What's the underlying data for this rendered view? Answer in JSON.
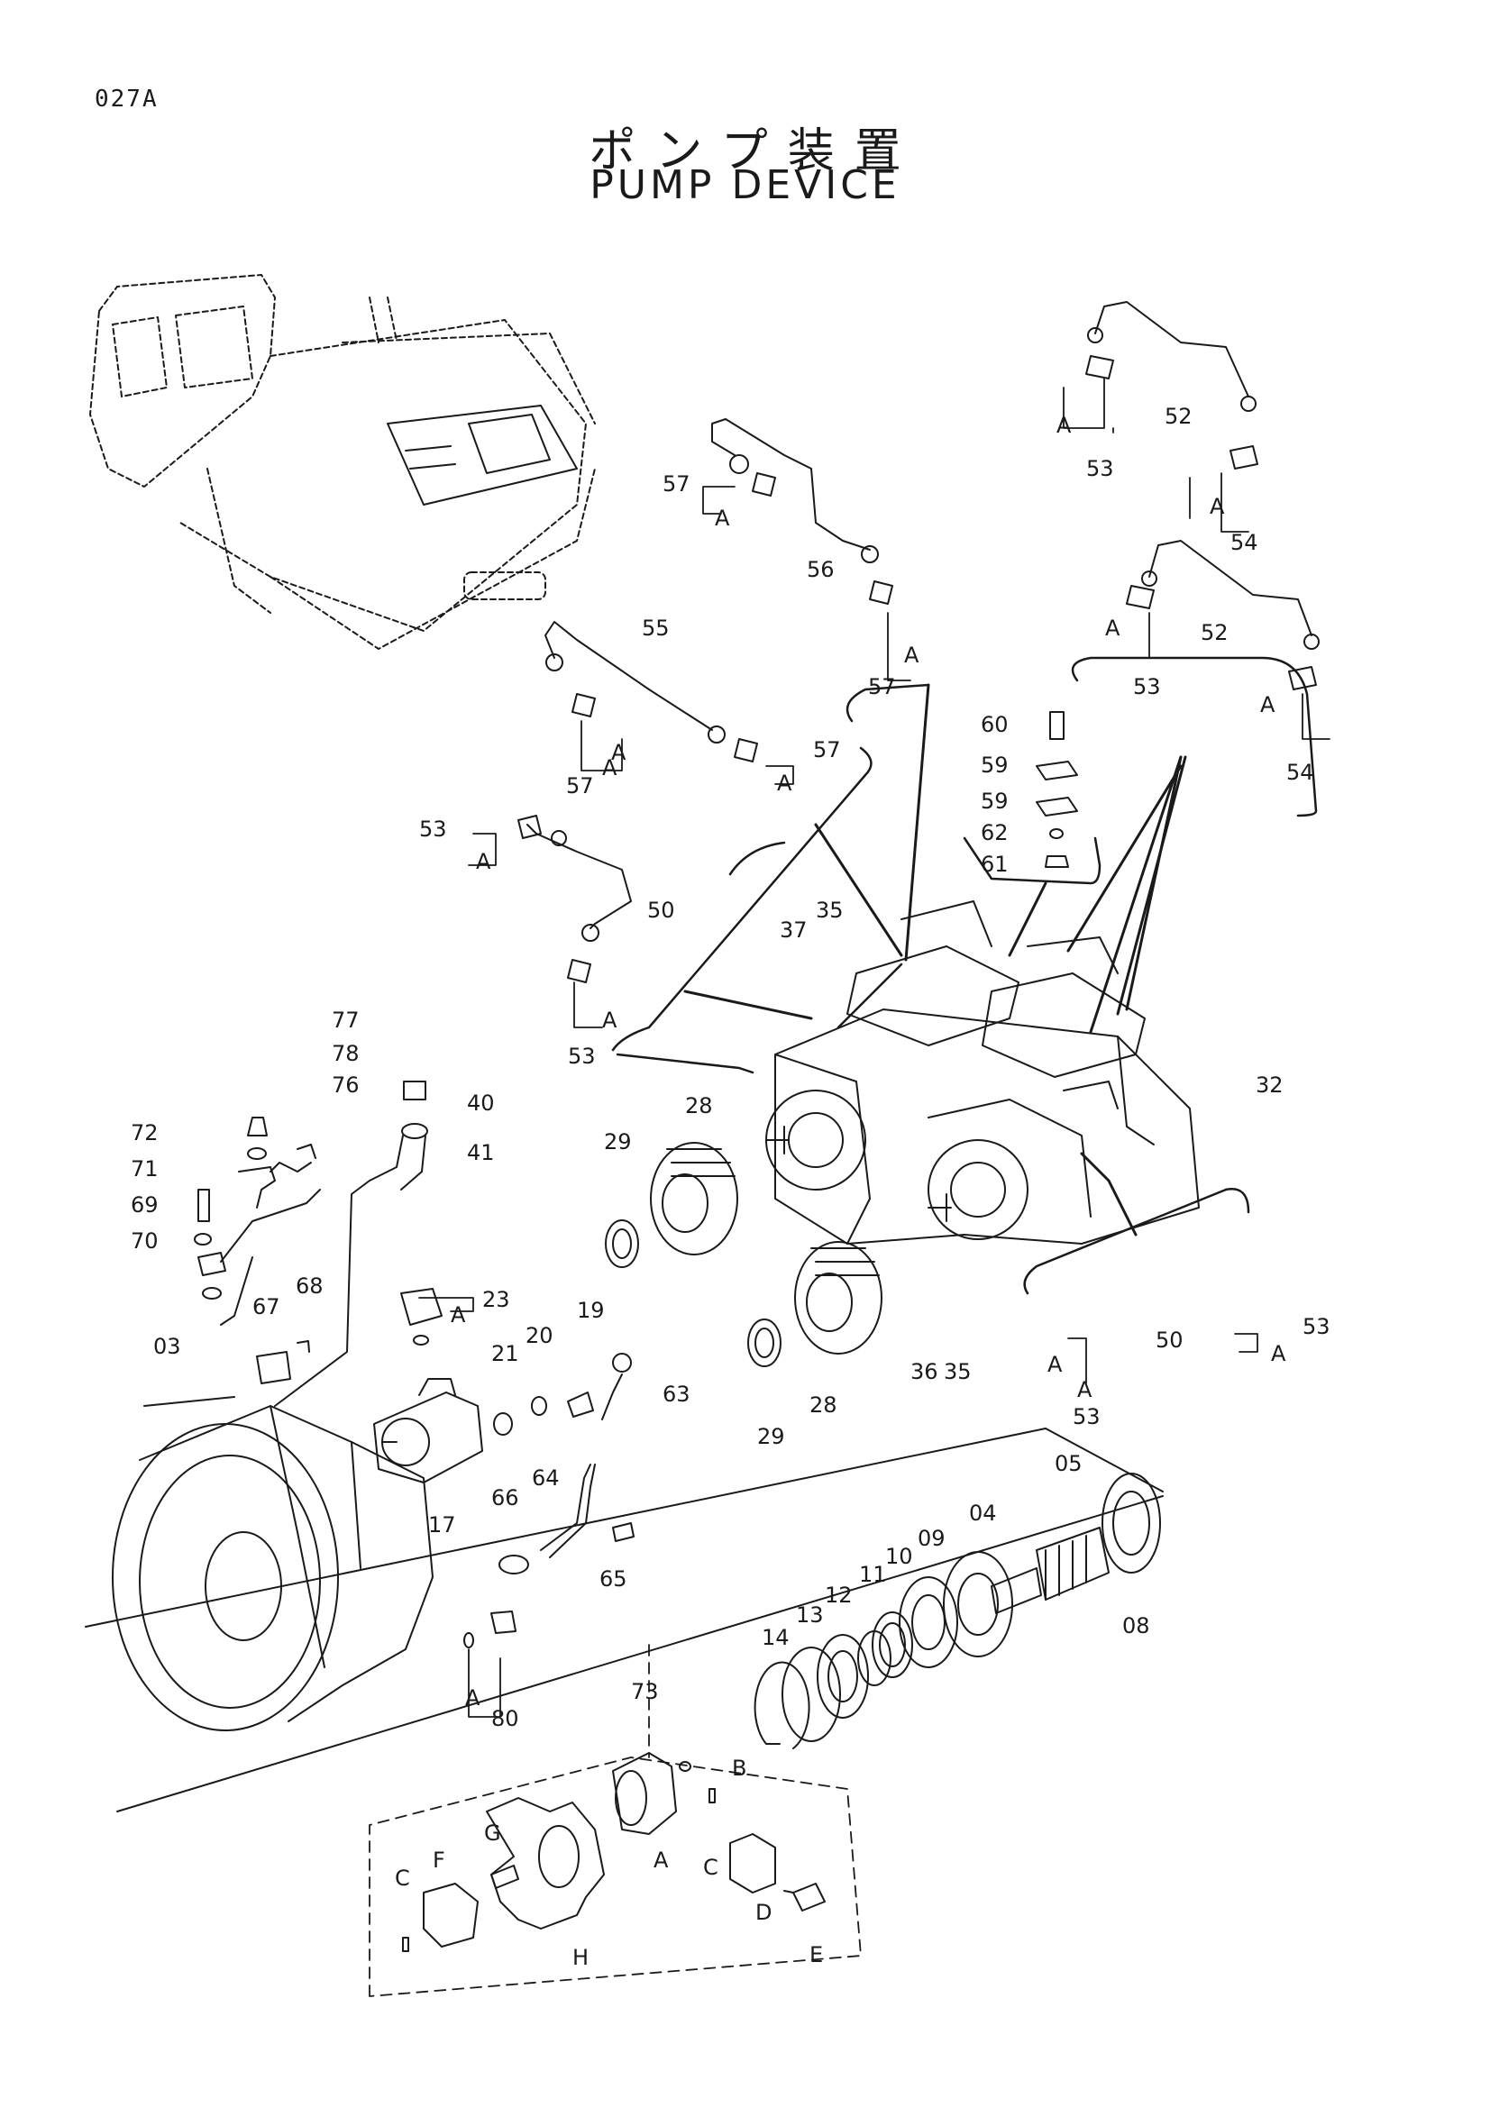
{
  "page_id": "027A",
  "title_jp": "ポンプ装置",
  "title_en": "PUMP DEVICE",
  "callouts": [
    {
      "id": "c52",
      "label": "52"
    },
    {
      "id": "c53a",
      "label": "53"
    },
    {
      "id": "c54a",
      "label": "54"
    },
    {
      "id": "c57a",
      "label": "57"
    },
    {
      "id": "c56",
      "label": "56"
    },
    {
      "id": "c57b",
      "label": "57"
    },
    {
      "id": "c52b",
      "label": "52"
    },
    {
      "id": "c53b",
      "label": "53"
    },
    {
      "id": "c54b",
      "label": "54"
    },
    {
      "id": "c55",
      "label": "55"
    },
    {
      "id": "c57c",
      "label": "57"
    },
    {
      "id": "c57d",
      "label": "57"
    },
    {
      "id": "c60",
      "label": "60"
    },
    {
      "id": "c59a",
      "label": "59"
    },
    {
      "id": "c59b",
      "label": "59"
    },
    {
      "id": "c62",
      "label": "62"
    },
    {
      "id": "c61",
      "label": "61"
    },
    {
      "id": "c53c",
      "label": "53"
    },
    {
      "id": "c50a",
      "label": "50"
    },
    {
      "id": "c53d",
      "label": "53"
    },
    {
      "id": "c37",
      "label": "37"
    },
    {
      "id": "c35a",
      "label": "35"
    },
    {
      "id": "c32",
      "label": "32"
    },
    {
      "id": "c77",
      "label": "77"
    },
    {
      "id": "c78",
      "label": "78"
    },
    {
      "id": "c76",
      "label": "76"
    },
    {
      "id": "c72",
      "label": "72"
    },
    {
      "id": "c71",
      "label": "71"
    },
    {
      "id": "c69",
      "label": "69"
    },
    {
      "id": "c70",
      "label": "70"
    },
    {
      "id": "c40",
      "label": "40"
    },
    {
      "id": "c41",
      "label": "41"
    },
    {
      "id": "c29a",
      "label": "29"
    },
    {
      "id": "c28a",
      "label": "28"
    },
    {
      "id": "c67",
      "label": "67"
    },
    {
      "id": "c68",
      "label": "68"
    },
    {
      "id": "c03",
      "label": "03"
    },
    {
      "id": "c23",
      "label": "23"
    },
    {
      "id": "c21",
      "label": "21"
    },
    {
      "id": "c20",
      "label": "20"
    },
    {
      "id": "c19",
      "label": "19"
    },
    {
      "id": "c63",
      "label": "63"
    },
    {
      "id": "c17",
      "label": "17"
    },
    {
      "id": "c66",
      "label": "66"
    },
    {
      "id": "c64",
      "label": "64"
    },
    {
      "id": "c65",
      "label": "65"
    },
    {
      "id": "c29b",
      "label": "29"
    },
    {
      "id": "c28b",
      "label": "28"
    },
    {
      "id": "c36",
      "label": "36"
    },
    {
      "id": "c35b",
      "label": "35"
    },
    {
      "id": "c50b",
      "label": "50"
    },
    {
      "id": "c53e",
      "label": "53"
    },
    {
      "id": "c53f",
      "label": "53"
    },
    {
      "id": "c05",
      "label": "05"
    },
    {
      "id": "c04",
      "label": "04"
    },
    {
      "id": "c08",
      "label": "08"
    },
    {
      "id": "c09",
      "label": "09"
    },
    {
      "id": "c10",
      "label": "10"
    },
    {
      "id": "c11",
      "label": "11"
    },
    {
      "id": "c12",
      "label": "12"
    },
    {
      "id": "c13",
      "label": "13"
    },
    {
      "id": "c14",
      "label": "14"
    },
    {
      "id": "c80",
      "label": "80"
    },
    {
      "id": "c73",
      "label": "73"
    }
  ],
  "letter_refs": [
    {
      "id": "lA1",
      "label": "A"
    },
    {
      "id": "lA2",
      "label": "A"
    },
    {
      "id": "lA3",
      "label": "A"
    },
    {
      "id": "lA4",
      "label": "A"
    },
    {
      "id": "lA5",
      "label": "A"
    },
    {
      "id": "lA6",
      "label": "A"
    },
    {
      "id": "lA7",
      "label": "A"
    },
    {
      "id": "lA8",
      "label": "A"
    },
    {
      "id": "lA9",
      "label": "A"
    },
    {
      "id": "lA10",
      "label": "A"
    },
    {
      "id": "lA11",
      "label": "A"
    },
    {
      "id": "lA12",
      "label": "A"
    },
    {
      "id": "lA13",
      "label": "A"
    },
    {
      "id": "lA14",
      "label": "A"
    },
    {
      "id": "lA15",
      "label": "A"
    },
    {
      "id": "lA16",
      "label": "A"
    },
    {
      "id": "lA17",
      "label": "A"
    },
    {
      "id": "lB",
      "label": "B"
    },
    {
      "id": "lC1",
      "label": "C"
    },
    {
      "id": "lC2",
      "label": "C"
    },
    {
      "id": "lD",
      "label": "D"
    },
    {
      "id": "lE",
      "label": "E"
    },
    {
      "id": "lF",
      "label": "F"
    },
    {
      "id": "lG",
      "label": "G"
    },
    {
      "id": "lH",
      "label": "H"
    }
  ]
}
